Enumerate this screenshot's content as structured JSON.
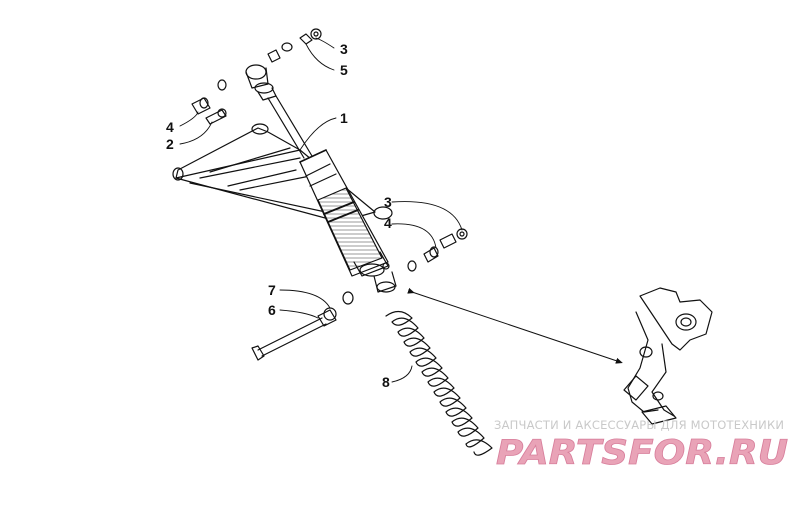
{
  "callouts": {
    "n1": "1",
    "n2": "2",
    "n3a": "3",
    "n3b": "3",
    "n4a": "4",
    "n4b": "4",
    "n5": "5",
    "n6": "6",
    "n7": "7",
    "n8": "8"
  },
  "watermark": {
    "tagline": "ЗАПЧАСТИ И АКСЕССУАРЫ ДЛЯ МОТОТЕХНИКИ",
    "logo_text": "PARTSFOR.RU",
    "logo_color": "#e9a3b7"
  }
}
